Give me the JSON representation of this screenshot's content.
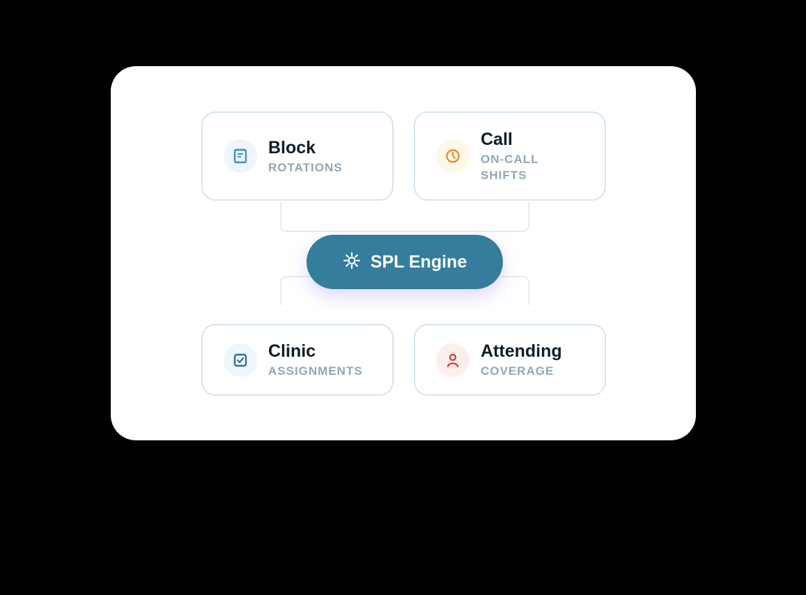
{
  "diagram": {
    "center": {
      "label": "SPL Engine",
      "icon": "sun-gear-icon",
      "color": "#347d9c"
    },
    "nodes": [
      {
        "title": "Block",
        "subtitle": "ROTATIONS",
        "icon": "document-icon",
        "icon_color": "#3a8fbf",
        "icon_bg": "#eef6fb"
      },
      {
        "title": "Call",
        "subtitle_line1": "ON-CALL",
        "subtitle_line2": "SHIFTS",
        "icon": "clock-icon",
        "icon_color": "#ee8a2f",
        "icon_bg": "#fef8e8"
      },
      {
        "title": "Clinic",
        "subtitle": "ASSIGNMENTS",
        "icon": "checkbox-icon",
        "icon_color": "#2c6f92",
        "icon_bg": "#eef6fb"
      },
      {
        "title": "Attending",
        "subtitle": "COVERAGE",
        "icon": "person-icon",
        "icon_color": "#d43c32",
        "icon_bg": "#fdeeee"
      }
    ]
  }
}
